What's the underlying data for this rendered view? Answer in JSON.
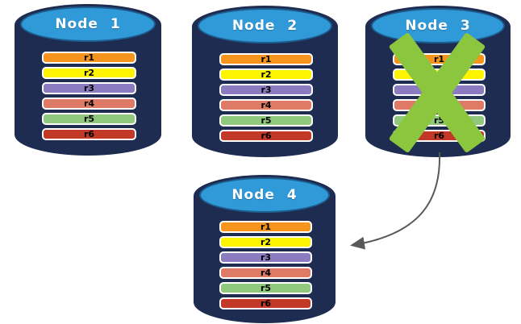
{
  "colors": {
    "background": "#FFFFFF",
    "cylinder_body": "#1E2C52",
    "cylinder_top": "#3099D8",
    "node_label_text": "#FFFFFF",
    "row_text": "#000000",
    "row_border": "#FFFFFF",
    "failure_x": "#8CC63E",
    "arrow": "#595959"
  },
  "nodes": [
    {
      "label": "Node 1",
      "failed": false,
      "rows": [
        {
          "label": "r1",
          "color": "#F7941D"
        },
        {
          "label": "r2",
          "color": "#FEF400"
        },
        {
          "label": "r3",
          "color": "#8B7CC2"
        },
        {
          "label": "r4",
          "color": "#DF7A66"
        },
        {
          "label": "r5",
          "color": "#90C97E"
        },
        {
          "label": "r6",
          "color": "#C23927"
        }
      ]
    },
    {
      "label": "Node 2",
      "failed": false,
      "rows": [
        {
          "label": "r1",
          "color": "#F7941D"
        },
        {
          "label": "r2",
          "color": "#FEF400"
        },
        {
          "label": "r3",
          "color": "#8B7CC2"
        },
        {
          "label": "r4",
          "color": "#DF7A66"
        },
        {
          "label": "r5",
          "color": "#90C97E"
        },
        {
          "label": "r6",
          "color": "#C23927"
        }
      ]
    },
    {
      "label": "Node 3",
      "failed": true,
      "rows": [
        {
          "label": "r1",
          "color": "#F7941D"
        },
        {
          "label": "r2",
          "color": "#FEF400"
        },
        {
          "label": "r3",
          "color": "#8B7CC2"
        },
        {
          "label": "r4",
          "color": "#DF7A66"
        },
        {
          "label": "r5",
          "color": "#90C97E"
        },
        {
          "label": "r6",
          "color": "#C23927"
        }
      ]
    },
    {
      "label": "Node 4",
      "failed": false,
      "rows": [
        {
          "label": "r1",
          "color": "#F7941D"
        },
        {
          "label": "r2",
          "color": "#FEF400"
        },
        {
          "label": "r3",
          "color": "#8B7CC2"
        },
        {
          "label": "r4",
          "color": "#DF7A66"
        },
        {
          "label": "r5",
          "color": "#90C97E"
        },
        {
          "label": "r6",
          "color": "#C23927"
        }
      ]
    }
  ],
  "arrow": {
    "from": "Node 3",
    "to": "Node 4"
  }
}
